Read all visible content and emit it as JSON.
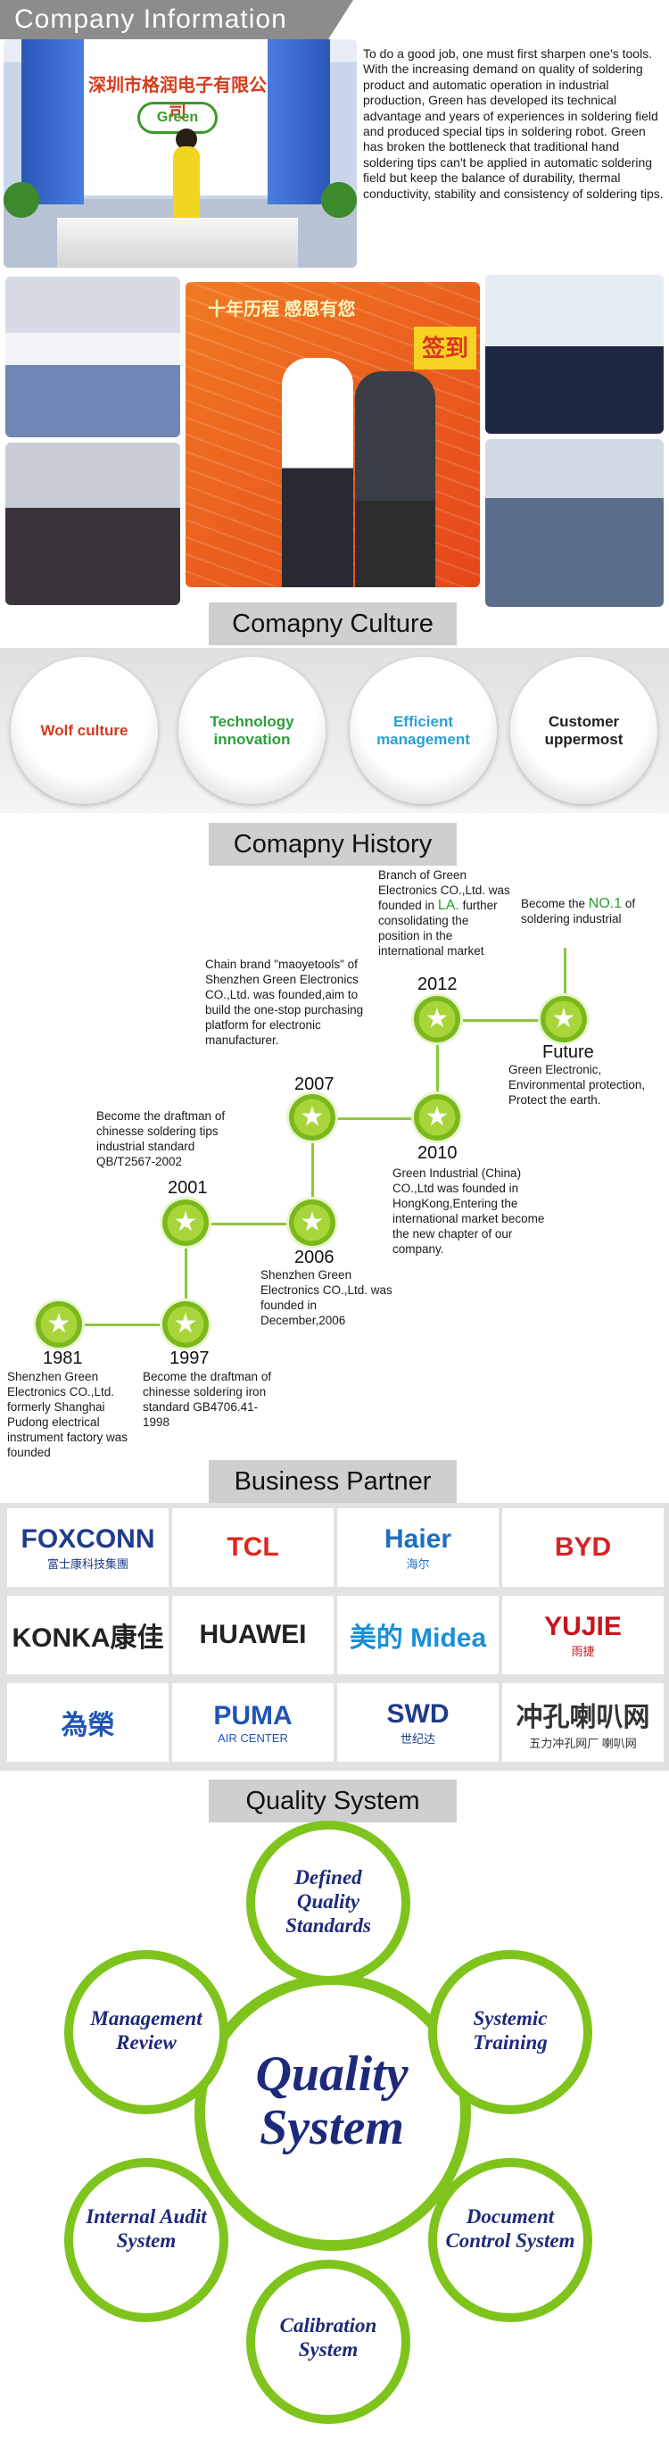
{
  "company_info": {
    "title": "Company  Information",
    "paragraph": "To do a good job, one must first sharpen one's tools. With the increasing demand on quality of soldering product and automatic operation in industrial production, Green has developed its technical advantage and years of experiences in soldering field and produced special tips in soldering robot. Green has broken the bottleneck that traditional hand soldering tips can't be applied in automatic soldering field but keep the balance of durability, thermal conductivity, stability and consistency of soldering tips.",
    "lobby_sign": "深圳市格润电子有限公司",
    "lobby_logo": "Green",
    "event_banner": "十年历程 感恩有您",
    "event_sign": "签到"
  },
  "culture": {
    "title": "Comapny Culture",
    "items": [
      {
        "label": "Wolf culture",
        "color": "#d23b1e"
      },
      {
        "label": "Technology innovation",
        "color": "#2a9e3a"
      },
      {
        "label": "Efficient management",
        "color": "#2b9fd6"
      },
      {
        "label": "Customer uppermost",
        "color": "#222222"
      }
    ]
  },
  "history": {
    "title": "Comapny History",
    "events": [
      {
        "year": "1981",
        "text": "Shenzhen Green Electronics CO.,Ltd. formerly Shanghai Pudong electrical instrument factory was founded"
      },
      {
        "year": "1997",
        "text": "Become the draftman of chinesse soldering iron standard GB4706.41-1998"
      },
      {
        "year": "2001",
        "text": "Become the draftman of chinesse soldering tips  industrial standard QB/T2567-2002"
      },
      {
        "year": "2006",
        "text": "Shenzhen Green Electronics CO.,Ltd. was founded in December,2006"
      },
      {
        "year": "2007",
        "text": "Chain brand \"maoyetools\" of Shenzhen Green Electronics CO.,Ltd. was founded,aim to build the one-stop purchasing platform for electronic manufacturer."
      },
      {
        "year": "2010",
        "text": "Green Industrial (China) CO.,Ltd was founded in HongKong,Entering the international market become the new chapter of our company."
      },
      {
        "year": "2012",
        "text_before": "Branch of Green Electronics CO.,Ltd. was founded in ",
        "highlight": "LA.",
        "text_after": " further consolidating the position in the international market"
      },
      {
        "year": "Future",
        "text": "Green Electronic, Environmental protection, Protect the earth.",
        "top_before": "Become the ",
        "top_highlight": "NO.1",
        "top_after": " of soldering industrial"
      }
    ]
  },
  "partners": {
    "title": "Business Partner",
    "logos": [
      {
        "name": "FOXCONN",
        "sub": "富士康科技集團",
        "color": "#1f3c8c"
      },
      {
        "name": "TCL",
        "sub": "",
        "color": "#e0261c"
      },
      {
        "name": "Haier",
        "sub": "海尔",
        "color": "#1e6fc2"
      },
      {
        "name": "BYD",
        "sub": "",
        "color": "#d42424"
      },
      {
        "name": "KONKA康佳",
        "sub": "",
        "color": "#222222"
      },
      {
        "name": "HUAWEI",
        "sub": "",
        "color": "#222222"
      },
      {
        "name": "美的 Midea",
        "sub": "",
        "color": "#1a8fd6"
      },
      {
        "name": "YUJIE",
        "sub": "雨捷",
        "color": "#c8141c"
      },
      {
        "name": "為榮",
        "sub": "",
        "color": "#1f55b5"
      },
      {
        "name": "PUMA",
        "sub": "AIR CENTER",
        "color": "#1f55b5"
      },
      {
        "name": "SWD",
        "sub": "世纪达",
        "color": "#1f3c8c"
      },
      {
        "name": "冲孔喇叭网",
        "sub": "五力冲孔网厂 喇叭网",
        "color": "#333333"
      }
    ]
  },
  "quality": {
    "title": "Quality System",
    "center": "Quality System",
    "items": [
      "Defined Quality Standards",
      "Systemic Training",
      "Document Control System",
      "Calibration System",
      "Internal Audit System",
      "Management Review"
    ]
  }
}
